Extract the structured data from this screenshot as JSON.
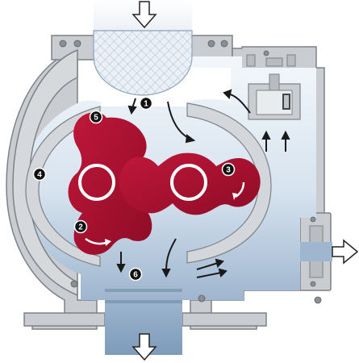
{
  "diagram": {
    "callouts": [
      {
        "id": "1",
        "label": "1"
      },
      {
        "id": "2",
        "label": "2"
      },
      {
        "id": "3",
        "label": "3"
      },
      {
        "id": "4",
        "label": "4"
      },
      {
        "id": "5",
        "label": "5"
      },
      {
        "id": "6",
        "label": "6"
      }
    ],
    "colors": {
      "rotor": "#a8102e",
      "rotor_dark": "#8a0b24",
      "casing_gray": "#c9ccd0",
      "casing_edge": "#7d8287",
      "fluid_light": "#eef3f9",
      "fluid_dark": "#9fb6cf",
      "duct_blue": "#8fa9c4",
      "arrow": "#1a1a1a",
      "badge_fill": "#111111",
      "badge_text": "#ffffff"
    },
    "icons": [
      "inlet-arrow-icon",
      "outlet-arrow-bottom-icon",
      "outlet-arrow-right-icon",
      "flow-arrow-icon",
      "mesh-filter-icon",
      "valve-icon"
    ]
  }
}
